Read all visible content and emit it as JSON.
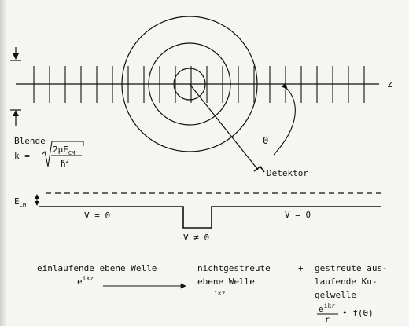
{
  "diagram": {
    "axis_label": "z",
    "aperture_label": "Blende",
    "k_formula": {
      "lhs": "k =",
      "numerator_prefix": "2μE",
      "numerator_sub": "CM",
      "denominator": "ħ",
      "denominator_sup": "2"
    },
    "angle_label": "Θ",
    "detector_label": "Detektor",
    "energy_label": "E",
    "energy_sub": "CM",
    "potential_left": "V = 0",
    "potential_right": "V = 0",
    "potential_well": "V ≠ 0"
  },
  "waves": {
    "incoming": {
      "title": "einlaufende ebene Welle",
      "expr_base": "e",
      "expr_exp": "ikz"
    },
    "unscattered": {
      "line1": "nichtgestreute",
      "line2": "ebene Welle",
      "expr_exp": "ikz"
    },
    "plus": "+",
    "scattered": {
      "line1": "gestreute aus-",
      "line2": "laufende Ku-",
      "line3": "gelwelle",
      "numerator_base": "e",
      "numerator_exp": "ikr",
      "denominator": "r",
      "factor": "• f(Θ)"
    }
  }
}
